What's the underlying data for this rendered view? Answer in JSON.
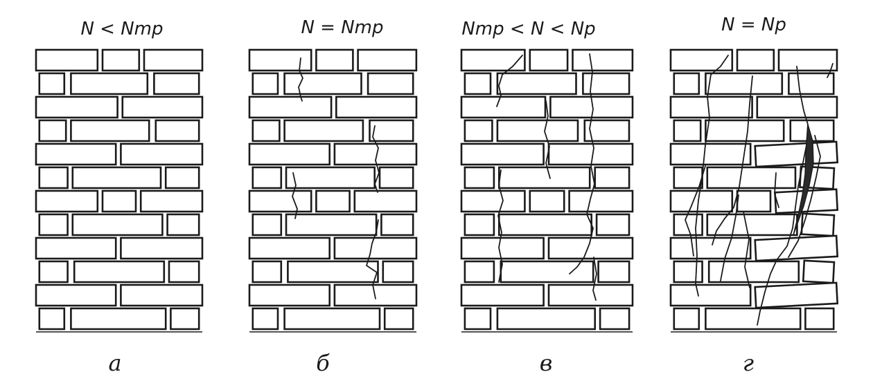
{
  "figure": {
    "panels": [
      {
        "condition": "N < Nmp",
        "label": "а",
        "stage": "intact"
      },
      {
        "condition": "N = Nmp",
        "label": "б",
        "stage": "first-cracks"
      },
      {
        "condition": "Nmp < N < Np",
        "label": "в",
        "stage": "crack-growth"
      },
      {
        "condition": "N = Np",
        "label": "г",
        "stage": "failure"
      }
    ]
  }
}
